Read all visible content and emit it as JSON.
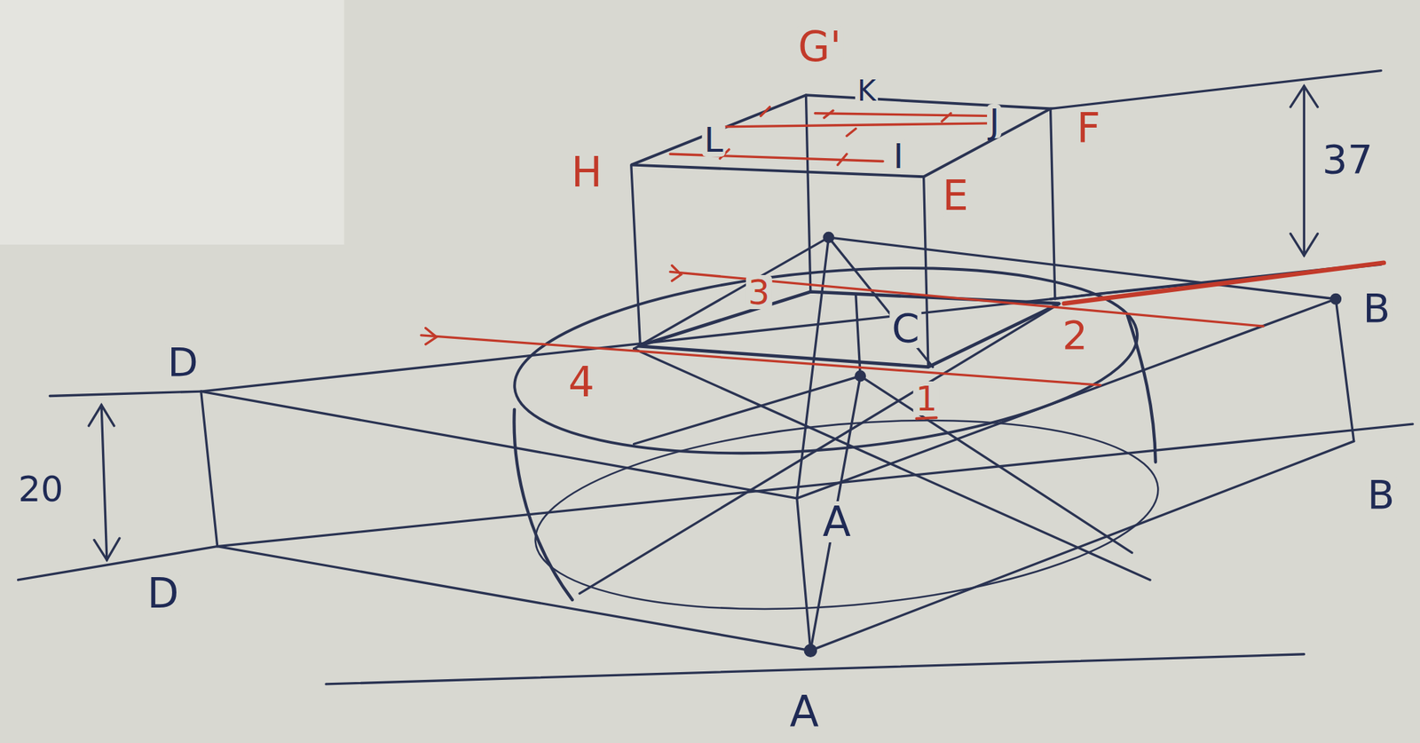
{
  "diagram": {
    "labels": [
      "G'",
      "K",
      "L",
      "J",
      "H",
      "I",
      "F",
      "E",
      "37",
      "B",
      "C",
      "3",
      "2",
      "D",
      "4",
      "1",
      "20",
      "A",
      "B",
      "D",
      "A"
    ]
  }
}
